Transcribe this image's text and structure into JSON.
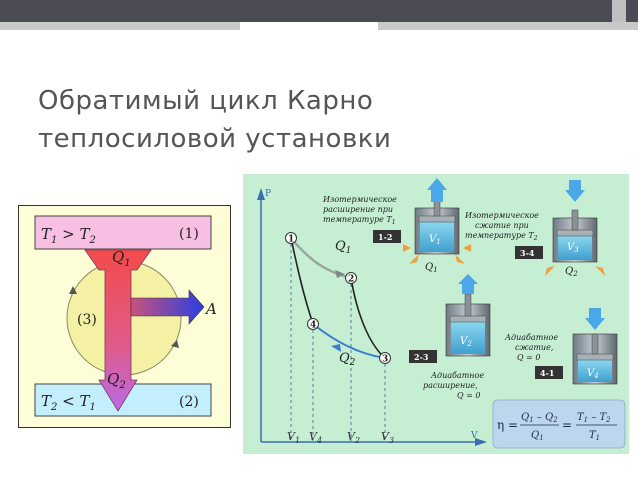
{
  "slide": {
    "title_line1": "Обратимый цикл Карно",
    "title_line2": "теплосиловой установки"
  },
  "left_diagram": {
    "hot_reservoir": {
      "T1": "T",
      "T1_sub": "1",
      "gt": " > T",
      "T2_sub": "2",
      "label": "(1)"
    },
    "cold_reservoir": {
      "T2": "T",
      "T2_sub": "2",
      "lt": " < T",
      "T1_sub": "1",
      "label": "(2)"
    },
    "Q1": "Q",
    "Q1_sub": "1",
    "Q2": "Q",
    "Q2_sub": "2",
    "A": "A",
    "engine_label": "(3)"
  },
  "right_diagram": {
    "p_axis": "P",
    "v_axis": "V",
    "points": [
      "1",
      "2",
      "3",
      "4"
    ],
    "Q1": "Q",
    "Q1_sub": "1",
    "Q2": "Q",
    "Q2_sub": "2",
    "v_ticks": [
      {
        "main": "V",
        "sub": "1"
      },
      {
        "main": "V",
        "sub": "4"
      },
      {
        "main": "V",
        "sub": "2"
      },
      {
        "main": "V",
        "sub": "3"
      }
    ],
    "stage_12": {
      "badge": "1-2",
      "line1": "Изотермическое",
      "line2": "расширение при",
      "line3": "температуре T",
      "sub": "1",
      "cyl": "V",
      "cyl_sub": "1",
      "q": "Q",
      "q_sub": "1"
    },
    "stage_34": {
      "badge": "3-4",
      "line1": "Изотермическое",
      "line2": "сжатие при",
      "line3": "температуре T",
      "sub": "2",
      "cyl": "V",
      "cyl_sub": "3",
      "q": "Q",
      "q_sub": "2"
    },
    "stage_23": {
      "badge": "2-3",
      "line1": "Адиабатное",
      "line2": "расширение,",
      "line3": "Q = 0",
      "cyl": "V",
      "cyl_sub": "2"
    },
    "stage_41": {
      "badge": "4-1",
      "line1": "Адиабатное",
      "line2": "сжатие,",
      "line3": "Q = 0",
      "cyl": "V",
      "cyl_sub": "4"
    },
    "efficiency": {
      "eta": "η =",
      "num1": "Q",
      "num1_sub": "1",
      "minus1": " – Q",
      "num1b_sub": "2",
      "den1": "Q",
      "den1_sub": "1",
      "eq": "=",
      "num2": "T",
      "num2_sub": "1",
      "minus2": " – T",
      "num2b_sub": "2",
      "den2": "T",
      "den2_sub": "1"
    }
  },
  "colors": {
    "hot": "#f7bfe1",
    "cold": "#c3eefb",
    "engine_circle": "#f4f0a4",
    "panel_bg": "#c5eed3",
    "arrow_blue": "#4a5bd6",
    "arrow_red": "#ee5a5a"
  }
}
